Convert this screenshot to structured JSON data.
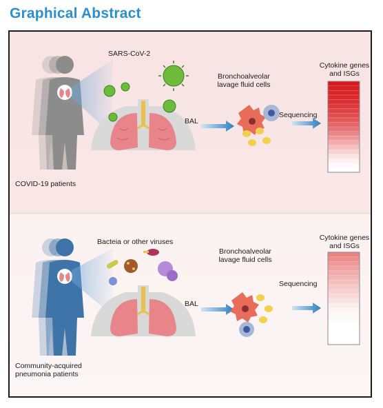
{
  "header": {
    "title": "Graphical Abstract"
  },
  "top_panel": {
    "patient_label": "COVID-19 patients",
    "pathogen_label": "SARS-CoV-2",
    "arrow1_label": "BAL",
    "cells_label_line1": "Bronchoalveolar",
    "cells_label_line2": "lavage fluid cells",
    "arrow2_label": "Sequencing",
    "heatmap_title_line1": "Cytokine genes",
    "heatmap_title_line2": "and ISGs",
    "heatmap_levels": [
      1.0,
      0.97,
      0.95,
      0.92,
      0.9,
      0.86,
      0.82,
      0.78,
      0.72,
      0.66,
      0.6,
      0.52,
      0.44,
      0.36,
      0.28,
      0.2,
      0.12,
      0.06,
      0.02,
      0.0
    ],
    "heatmap_color": "#d7191c",
    "figure_color": "#8c8c8c"
  },
  "bottom_panel": {
    "patient_label_line1": "Community-acquired",
    "patient_label_line2": "pneumonia patients",
    "pathogen_label": "Bacteia or other viruses",
    "arrow1_label": "BAL",
    "cells_label_line1": "Bronchoalveolar",
    "cells_label_line2": "lavage fluid cells",
    "arrow2_label": "Sequencing",
    "heatmap_title_line1": "Cytokine genes",
    "heatmap_title_line2": "and ISGs",
    "heatmap_levels": [
      0.55,
      0.5,
      0.45,
      0.4,
      0.36,
      0.32,
      0.28,
      0.24,
      0.2,
      0.16,
      0.12,
      0.08,
      0.05,
      0.03,
      0.02,
      0.01,
      0.0,
      0.0,
      0.0,
      0.0
    ],
    "heatmap_color": "#d7191c",
    "figure_color": "#3f74a8"
  },
  "colors": {
    "accent": "#2a8fd0",
    "arrow": "#2b7fc4",
    "lung": "#e8858a",
    "torso": "#d9d9d9",
    "virus_green": "#6dbb3b"
  }
}
